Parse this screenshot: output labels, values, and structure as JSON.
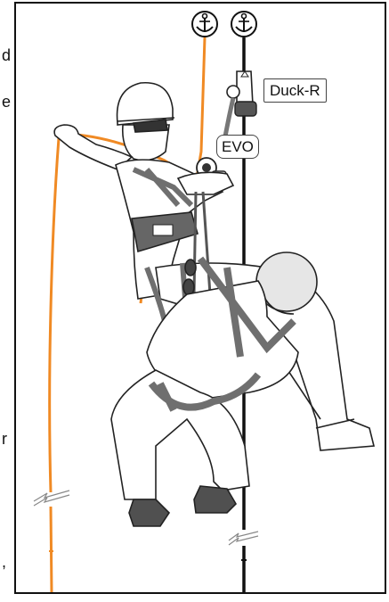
{
  "labels": {
    "device_top": "Duck-R",
    "device_mid": "EVO"
  },
  "edge_fragments": {
    "f1": "d",
    "f2": "e",
    "f3": "r",
    "f4": ","
  },
  "colors": {
    "rope_rescue": "#f08a24",
    "rope_main": "#1a1a1a",
    "outline": "#222222",
    "harness": "#6f6f6f",
    "shoes": "#505050",
    "paper": "#ffffff"
  },
  "icons": [
    "anchor-icon",
    "anchor-icon"
  ]
}
